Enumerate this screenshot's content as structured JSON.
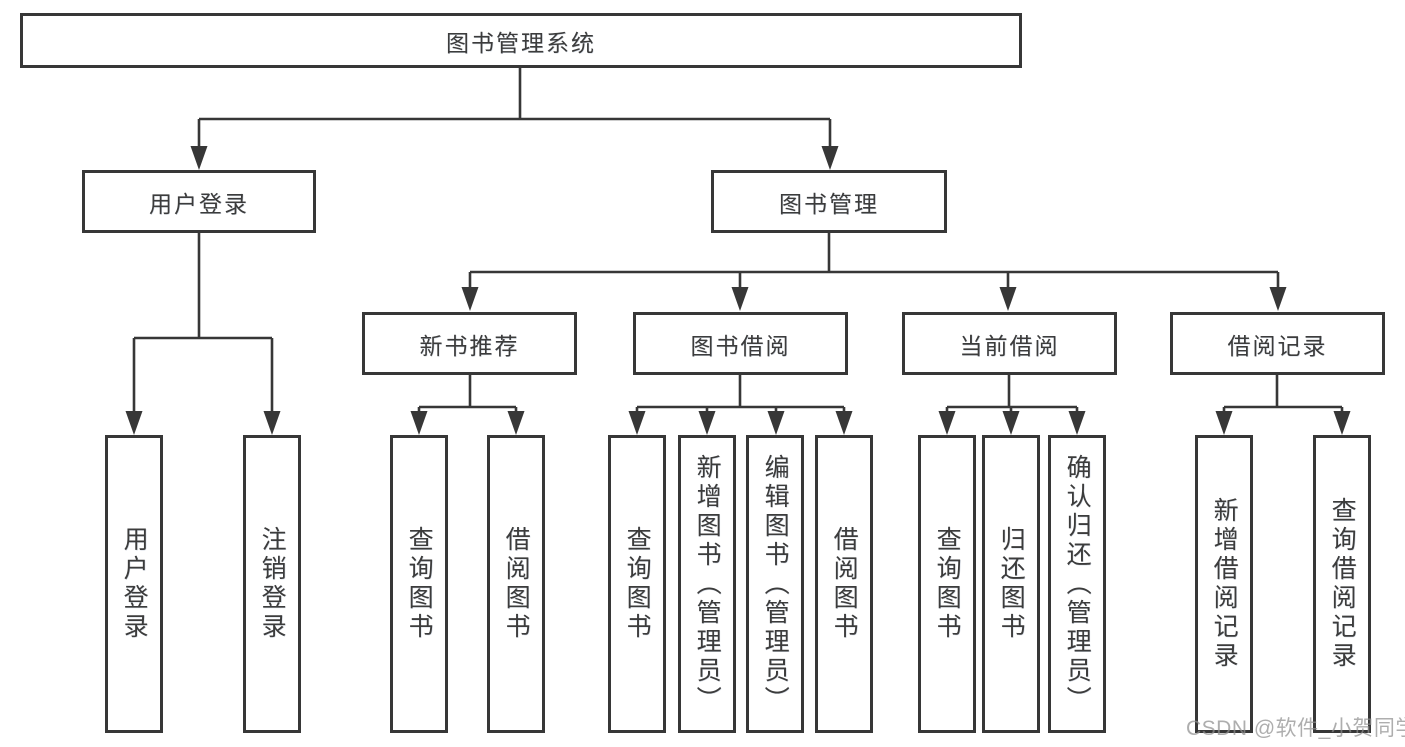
{
  "root": {
    "label": "图书管理系统"
  },
  "level2": {
    "user_login": {
      "label": "用户登录"
    },
    "book_mgmt": {
      "label": "图书管理"
    }
  },
  "level3": {
    "new_books": {
      "label": "新书推荐"
    },
    "borrow": {
      "label": "图书借阅"
    },
    "current": {
      "label": "当前借阅"
    },
    "records": {
      "label": "借阅记录"
    }
  },
  "leaves": {
    "user_login": [
      "用户登录",
      "注销登录"
    ],
    "new_books": [
      "查询图书",
      "借阅图书"
    ],
    "borrow": [
      "查询图书",
      "新增图书（管理员）",
      "编辑图书（管理员）",
      "借阅图书"
    ],
    "current": [
      "查询图书",
      "归还图书",
      "确认归还（管理员）"
    ],
    "records": [
      "新增借阅记录",
      "查询借阅记录"
    ]
  },
  "watermark": "CSDN @软件_小贺同学",
  "colors": {
    "line": "#373737",
    "text": "#3c3c3c",
    "watermark": "#8f8f8f"
  }
}
